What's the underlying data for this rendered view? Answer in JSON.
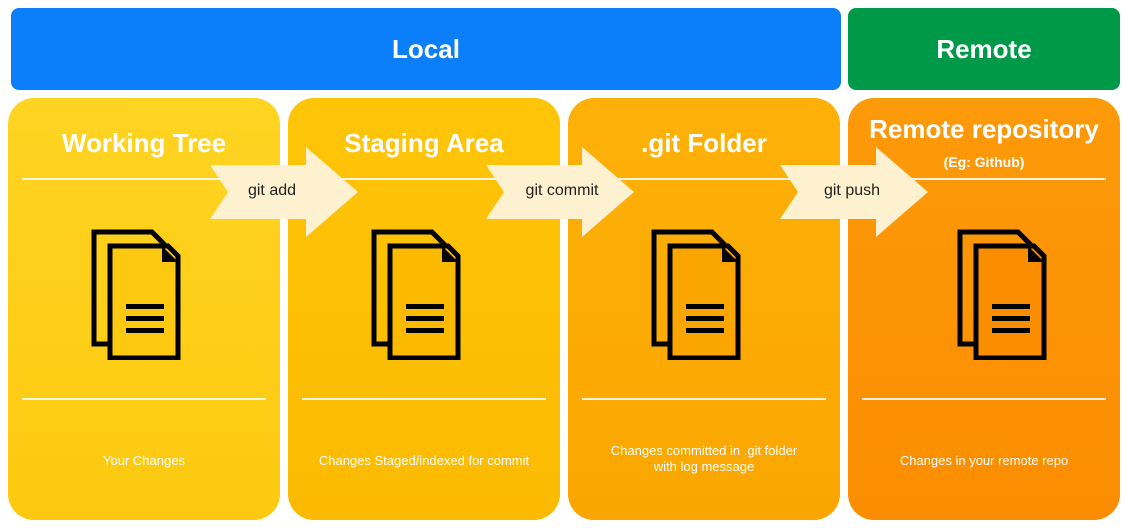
{
  "banners": {
    "local": "Local",
    "remote": "Remote"
  },
  "panels": [
    {
      "title": "Working Tree",
      "subtitle": "",
      "caption_lines": [
        "Your Changes"
      ],
      "icon": "document-stack-icon",
      "color": "#fdcc16"
    },
    {
      "title": "Staging Area",
      "subtitle": "",
      "caption_lines": [
        "Changes Staged/indexed for commit"
      ],
      "icon": "document-stack-icon",
      "color": "#fcbe00"
    },
    {
      "title": ".git Folder",
      "subtitle": "",
      "caption_lines": [
        "Changes committed in .git folder",
        "with log message"
      ],
      "icon": "document-stack-icon",
      "color": "#fca900"
    },
    {
      "title": "Remote repository",
      "subtitle": "(Eg: Github)",
      "caption_lines": [
        "Changes in your remote repo"
      ],
      "icon": "document-stack-icon",
      "color": "#fc9200"
    }
  ],
  "arrows": [
    {
      "label": "git add",
      "icon": "right-arrow-icon"
    },
    {
      "label": "git commit",
      "icon": "right-arrow-icon"
    },
    {
      "label": "git push",
      "icon": "right-arrow-icon"
    }
  ],
  "colors": {
    "local_banner": "#0a7ff9",
    "remote_banner": "#00994a",
    "arrow_fill": "#fdf1cf",
    "icon_stroke": "#000000"
  }
}
